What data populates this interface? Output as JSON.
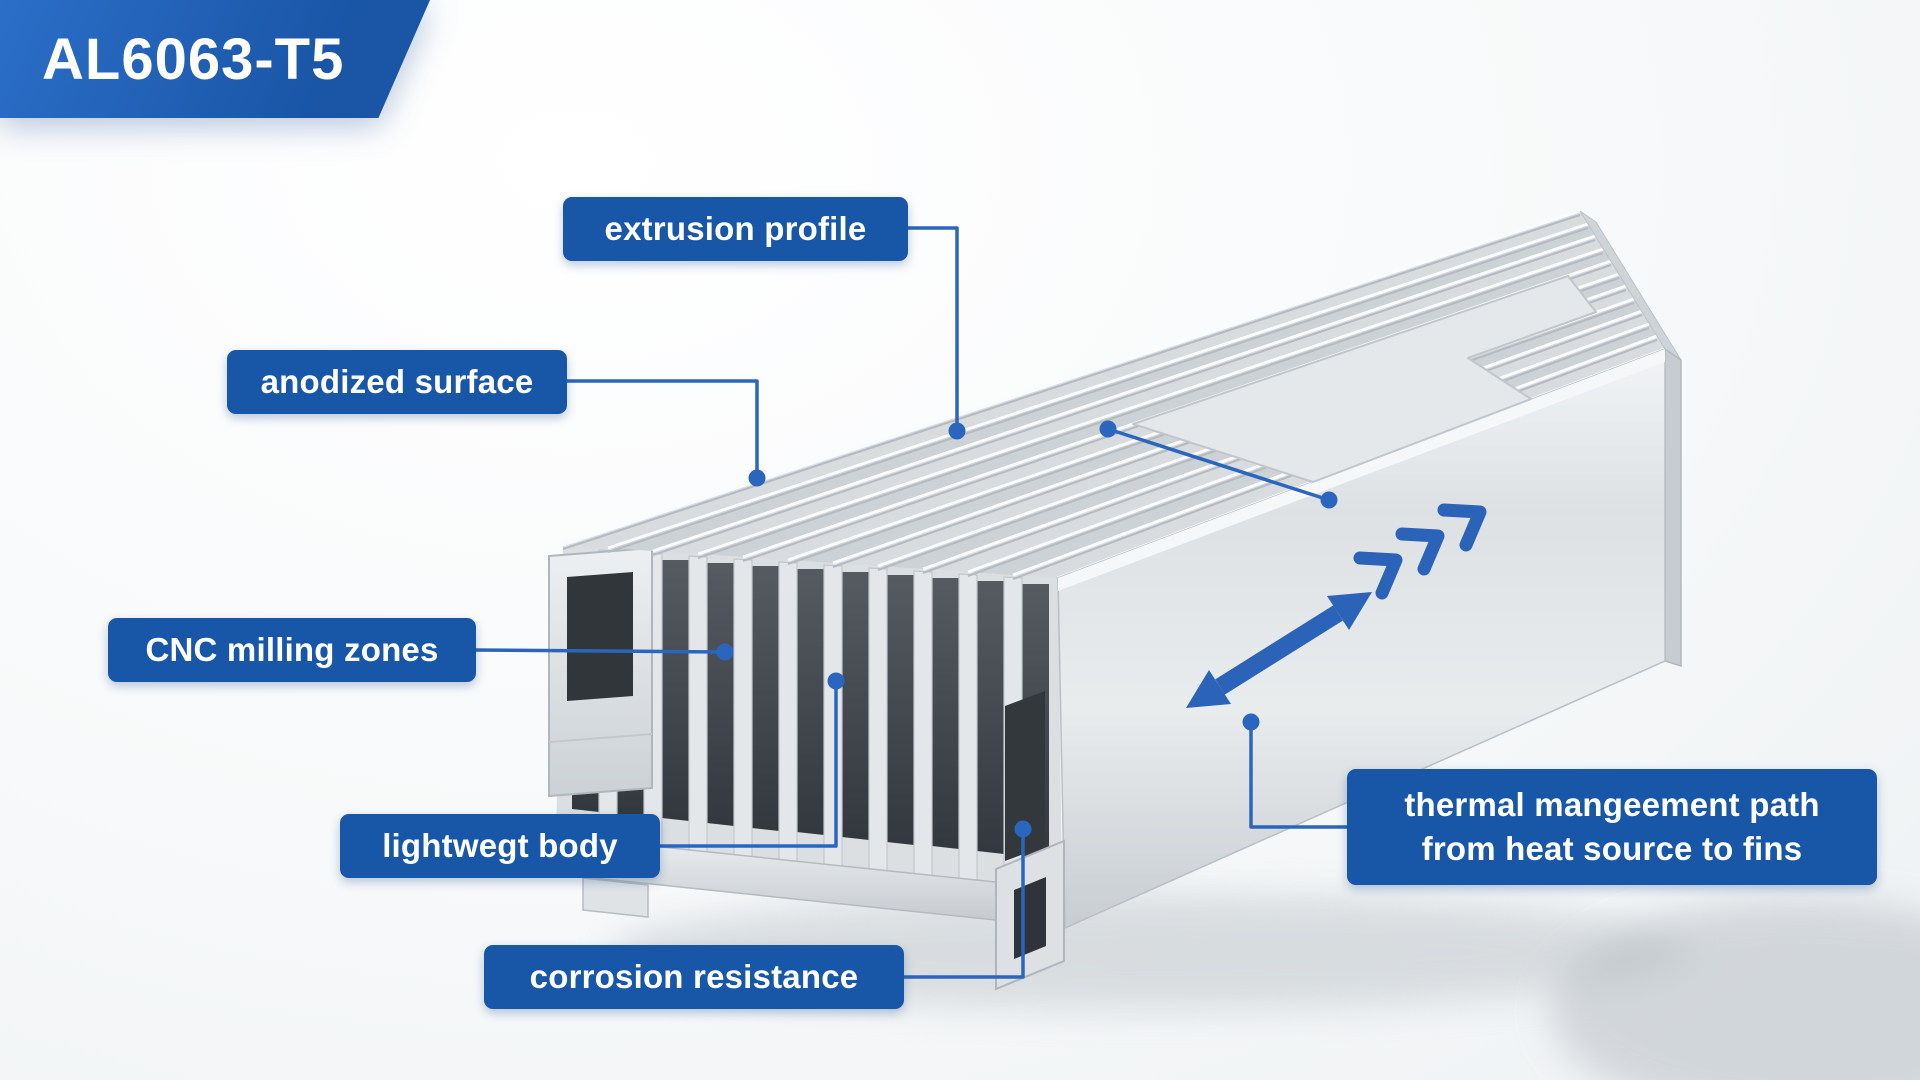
{
  "badge": {
    "label": "AL6063-T5"
  },
  "callouts": {
    "extrusion_profile": {
      "label": "extrusion profile"
    },
    "anodized_surface": {
      "label": "anodized surface"
    },
    "cnc_milling_zones": {
      "label": "CNC milling zones"
    },
    "lightweight_body": {
      "label": "lightwegt body"
    },
    "corrosion_resistance": {
      "label": "corrosion resistance"
    },
    "thermal_path": {
      "line1": "thermal mangeement path",
      "line2": "from heat source to fins"
    }
  },
  "colors": {
    "callout_bg": "#1857a8",
    "badge_bg": "#1c5cb0",
    "leader_blue": "#2a66bd",
    "arrow_blue": "#2a63b8",
    "metal_light": "#eef1f3",
    "metal_dark": "#c6cbd0",
    "slot_dark": "#31363b"
  },
  "illustration": {
    "subject": "extruded-aluminum-heatsink-isometric"
  }
}
